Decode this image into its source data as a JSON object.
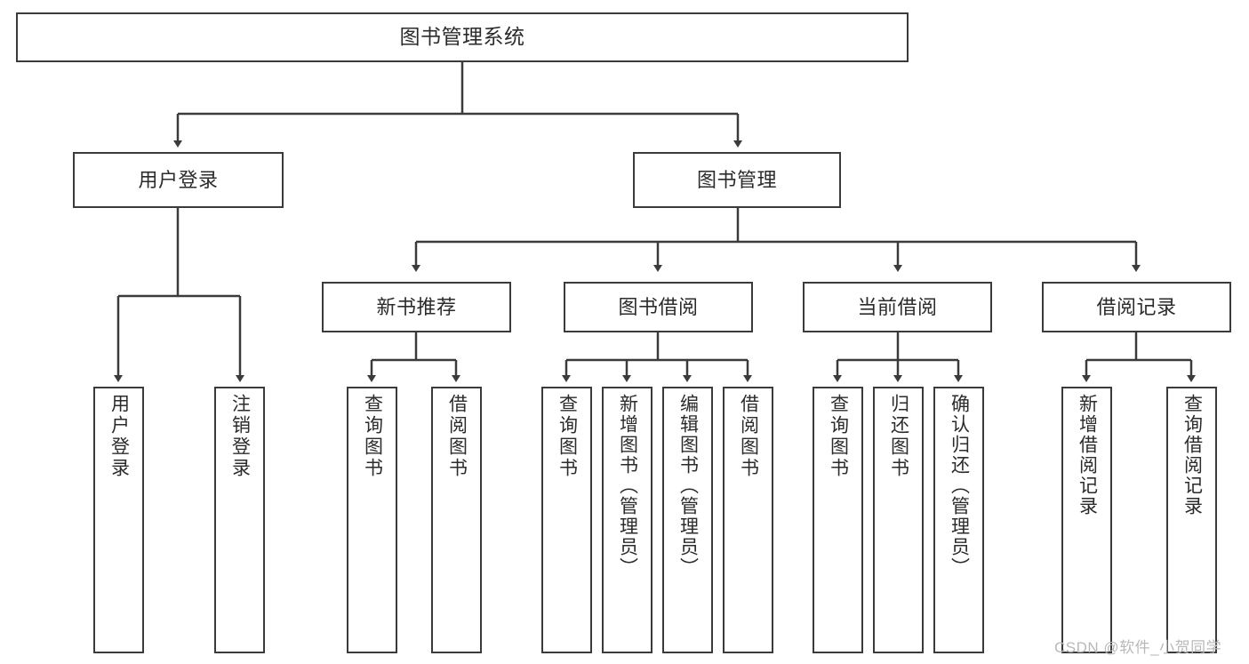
{
  "diagram": {
    "title": "图书管理系统",
    "type": "hierarchy-tree",
    "background_color": "#ffffff",
    "node_border_color": "#3b3b3b",
    "connector_color": "#3b3b3b",
    "levels": 4
  },
  "nodes": {
    "root": {
      "label": "图书管理系统"
    },
    "level2": [
      {
        "label": "用户登录"
      },
      {
        "label": "图书管理"
      }
    ],
    "level3": [
      {
        "label": "新书推荐"
      },
      {
        "label": "图书借阅"
      },
      {
        "label": "当前借阅"
      },
      {
        "label": "借阅记录"
      }
    ],
    "leaves": {
      "user_login": [
        {
          "label": "用户登录"
        },
        {
          "label": "注销登录"
        }
      ],
      "new_book_recommend": [
        {
          "label": "查询图书"
        },
        {
          "label": "借阅图书"
        }
      ],
      "book_borrow": [
        {
          "label": "查询图书"
        },
        {
          "label": "新增图书（管理员）"
        },
        {
          "label": "编辑图书（管理员）"
        },
        {
          "label": "借阅图书"
        }
      ],
      "current_borrow": [
        {
          "label": "查询图书"
        },
        {
          "label": "归还图书"
        },
        {
          "label": "确认归还（管理员）"
        }
      ],
      "borrow_record": [
        {
          "label": "新增借阅记录"
        },
        {
          "label": "查询借阅记录"
        }
      ]
    }
  },
  "watermark": {
    "text": "CSDN @软件_小贺同学"
  }
}
